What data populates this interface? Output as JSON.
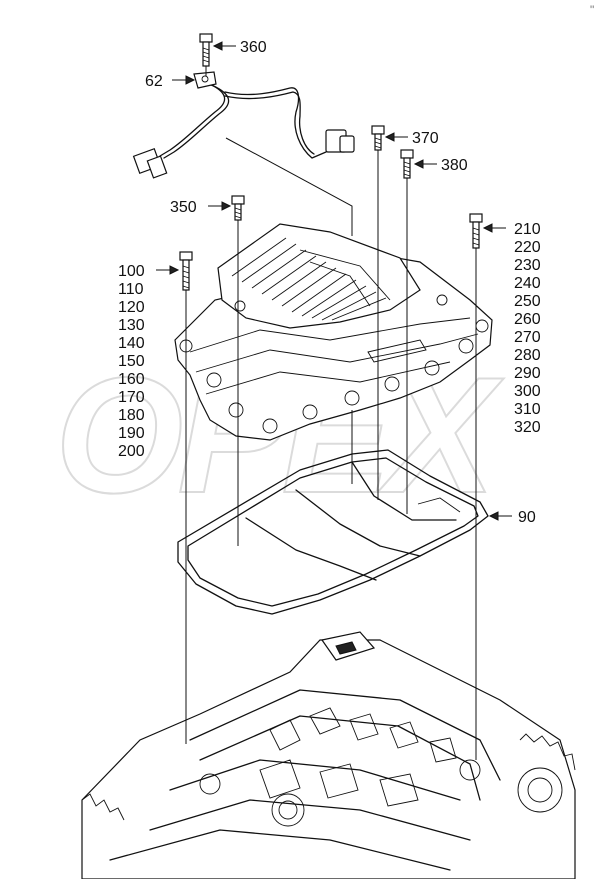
{
  "diagram": {
    "watermark": "OPEX",
    "corner_mark": "\"",
    "callouts": {
      "c360": "360",
      "c62": "62",
      "c370": "370",
      "c380": "380",
      "c350": "350",
      "c90": "90"
    },
    "left_list": [
      "100",
      "110",
      "120",
      "130",
      "140",
      "150",
      "160",
      "170",
      "180",
      "190",
      "200"
    ],
    "right_list": [
      "210",
      "220",
      "230",
      "240",
      "250",
      "260",
      "270",
      "280",
      "290",
      "300",
      "310",
      "320"
    ]
  }
}
